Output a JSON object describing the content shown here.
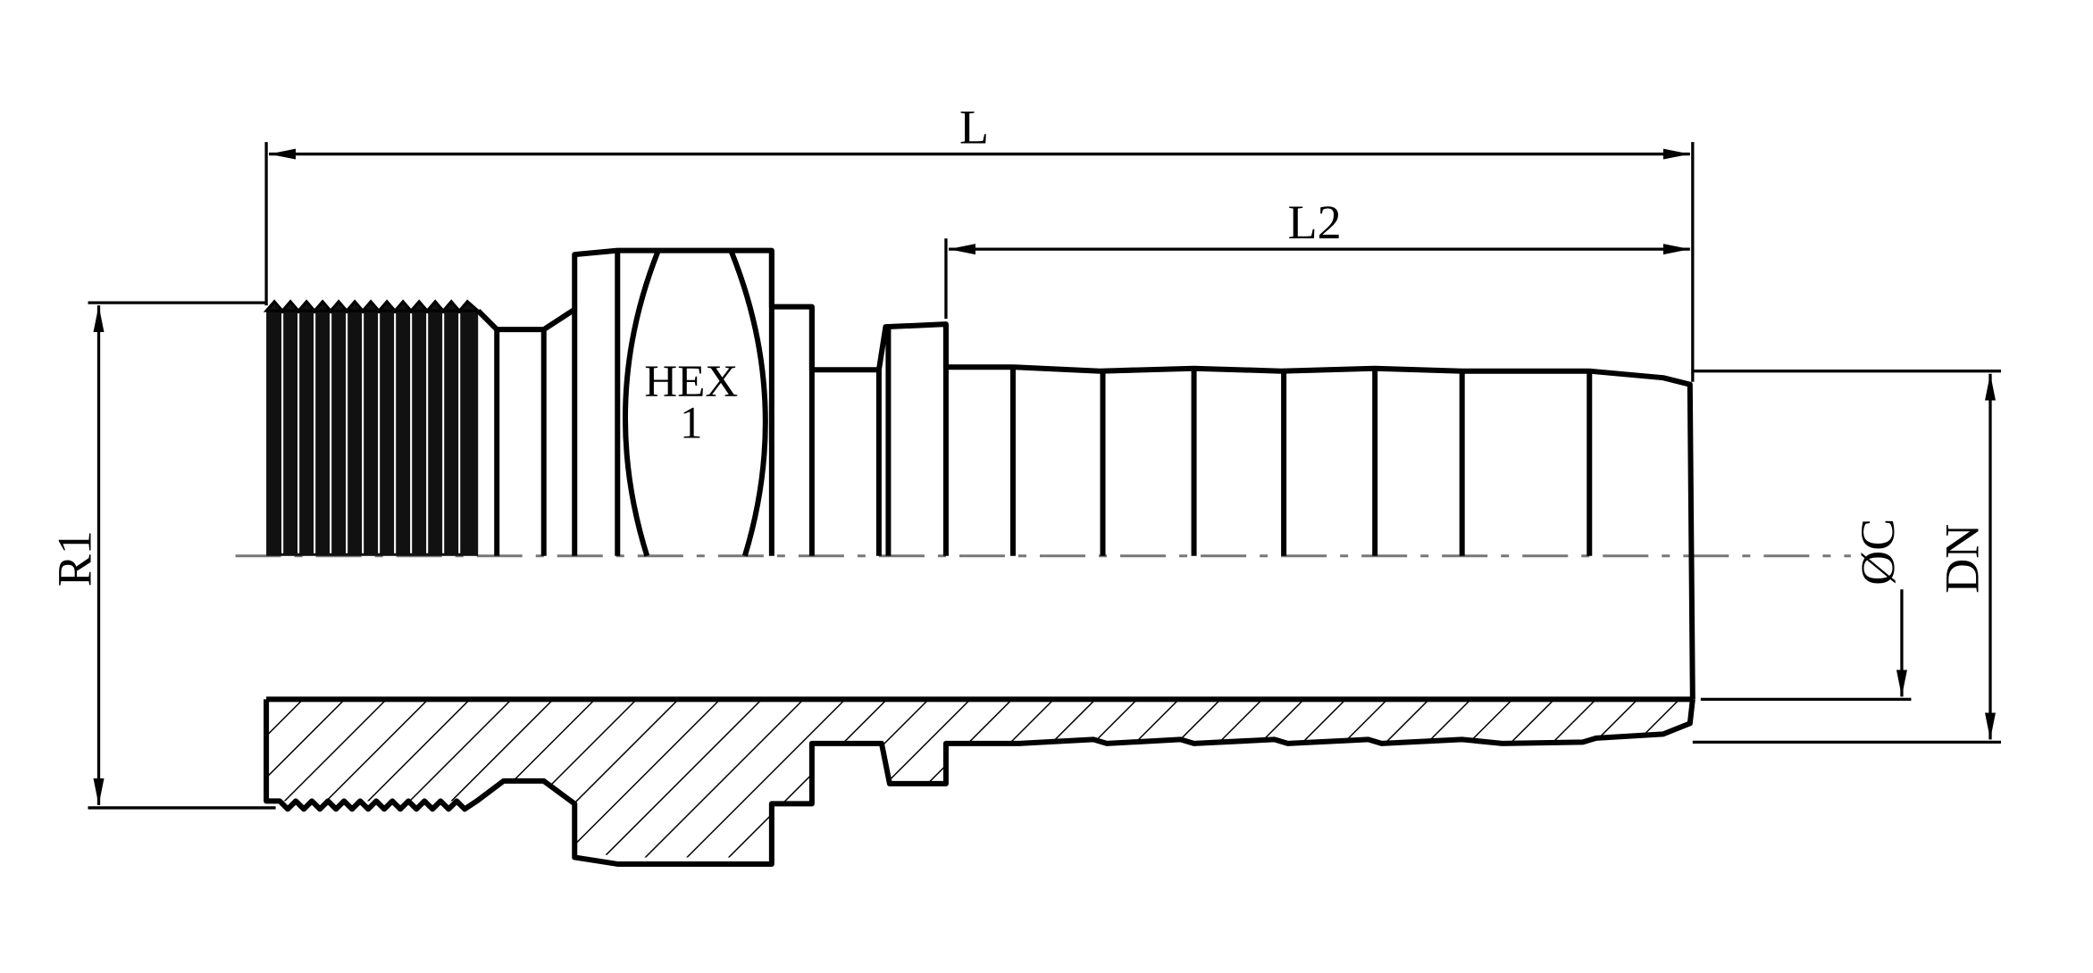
{
  "drawing": {
    "labels": {
      "overall_length": "L",
      "tail_length": "L2",
      "thread": "R1",
      "hex_line1": "HEX",
      "hex_line2": "1",
      "bore": "ØC",
      "nominal_diameter": "DN"
    }
  }
}
